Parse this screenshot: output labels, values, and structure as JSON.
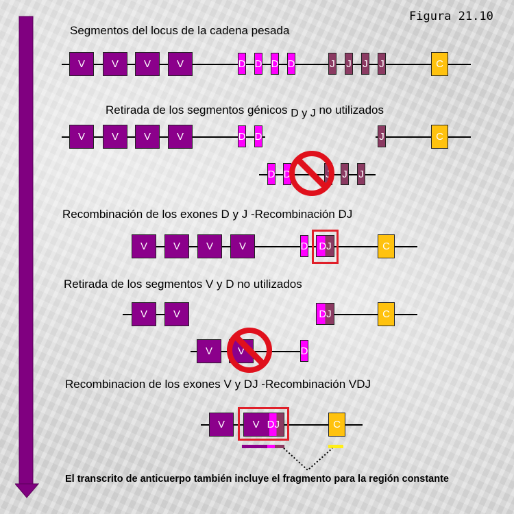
{
  "figure_label": "Figura 21.10",
  "steps": {
    "s1_title": "Segmentos del locus de la cadena pesada",
    "s2_title_a": "Retirada de los segmentos génicos",
    "s2_title_b": "D y J",
    "s2_title_c": "no utilizados",
    "s3_title": "Recombinación de los exones D y J  -Recombinación DJ",
    "s4_title": "Retirada de los segmentos V y D no utilizados",
    "s5_title": "Recombinacion de los exones V y DJ  -Recombinación VDJ",
    "footer": "El transcrito de anticuerpo también incluye el fragmento para la región constante"
  },
  "labels": {
    "v": "V",
    "d": "D",
    "j": "J",
    "c": "C",
    "dj": "DJ",
    "v_dj_v": "V",
    "v_dj_dj": "DJ"
  },
  "colors": {
    "v_segment": "#8b008b",
    "d_segment": "#ff00ff",
    "j_segment": "#8b3a62",
    "c_segment": "#ffc20e",
    "highlight_box": "#e0202a",
    "arrow": "#800080"
  },
  "icons": {
    "progress_arrow": "down-arrow-icon",
    "prohibition": "prohibition-icon"
  }
}
